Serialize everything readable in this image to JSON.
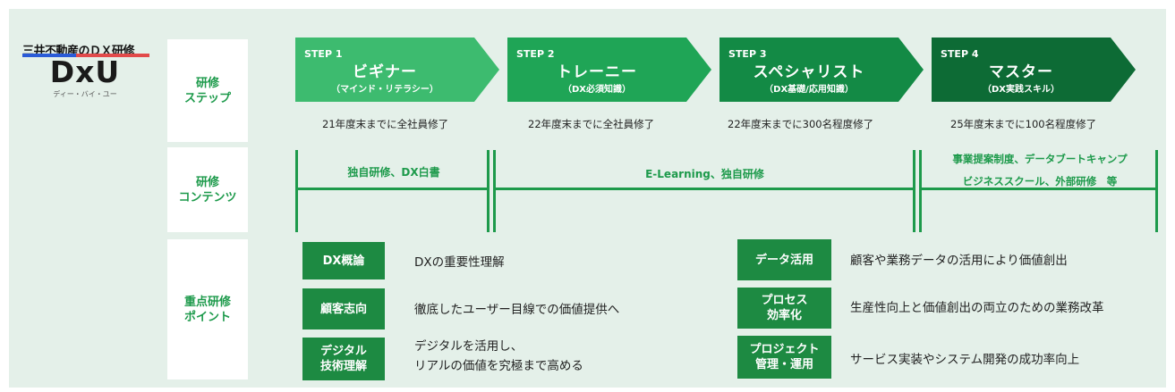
{
  "logo": {
    "company": "三井不動産のＤＸ研修",
    "name": "DxU",
    "reading": "ディー・バイ・ユー"
  },
  "rows": {
    "step_label": "研修\nステップ",
    "contents_label": "研修\nコンテンツ",
    "points_label": "重点研修\nポイント"
  },
  "steps": [
    {
      "step": "STEP 1",
      "title": "ビギナー",
      "subtitle": "（マインド・リテラシー）",
      "goal": "21年度末までに全社員修了",
      "color": "#3dbb6f"
    },
    {
      "step": "STEP 2",
      "title": "トレーニー",
      "subtitle": "（DX必須知識）",
      "goal": "22年度末までに全社員修了",
      "color": "#1fa556"
    },
    {
      "step": "STEP 3",
      "title": "スペシャリスト",
      "subtitle": "（DX基礎/応用知識）",
      "goal": "22年度末までに300名程度修了",
      "color": "#138a45"
    },
    {
      "step": "STEP 4",
      "title": "マスター",
      "subtitle": "（DX実践スキル）",
      "goal": "25年度末までに100名程度修了",
      "color": "#0d6b35"
    }
  ],
  "contents": [
    {
      "text": "独自研修、DX白書"
    },
    {
      "text": "E-Learning、独自研修"
    },
    {
      "text": "事業提案制度、データブートキャンプ\nビジネススクール、外部研修　等"
    }
  ],
  "points_left": [
    {
      "label": "DX概論",
      "desc": "DXの重要性理解"
    },
    {
      "label": "顧客志向",
      "desc": "徹底したユーザー目線での価値提供へ"
    },
    {
      "label": "デジタル\n技術理解",
      "desc": "デジタルを活用し、\nリアルの価値を究極まで高める"
    }
  ],
  "points_right": [
    {
      "label": "データ活用",
      "desc": "顧客や業務データの活用により価値創出"
    },
    {
      "label": "プロセス\n効率化",
      "desc": "生産性向上と価値創出の両立のための業務改革"
    },
    {
      "label": "プロジェクト\n管理・運用",
      "desc": "サービス実装やシステム開発の成功率向上"
    }
  ],
  "colors": {
    "background": "#e4f0e9",
    "accent": "#1d9a4b",
    "label_fill": "#1d8a42"
  }
}
